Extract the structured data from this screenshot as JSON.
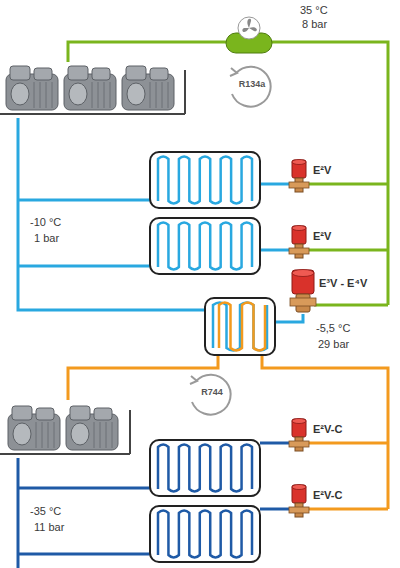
{
  "diagram": {
    "labels": [
      "35 °C",
      "8 bar",
      "R134a",
      "E²V",
      "E²V",
      "E³V - E⁴V",
      "-10 °C",
      "1 bar",
      "-5,5 °C",
      "29 bar",
      "R744",
      "E²V-C",
      "E²V-C",
      "-35 °C",
      "11 bar"
    ]
  }
}
